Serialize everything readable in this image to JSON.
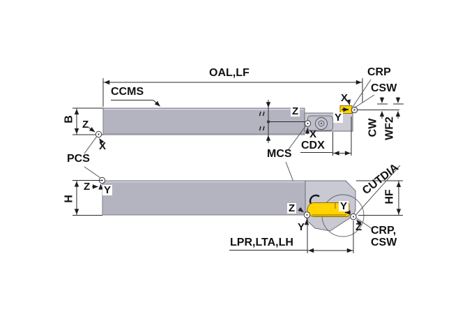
{
  "drawing": {
    "type": "tool-holder-dimension-diagram",
    "views": [
      "side-view",
      "top-view"
    ]
  },
  "colors": {
    "background": "#ffffff",
    "shank_gray": "#b4b4c0",
    "head_gray": "#cbcbd5",
    "insert_yellow": "#ffd400",
    "outline_dark": "#3a3a42",
    "dimension_line": "#2a2a30"
  },
  "axes": {
    "x": "X",
    "y": "Y",
    "z": "Z"
  },
  "shared": {
    "mcs": "MCS",
    "pcs": "PCS"
  },
  "top": {
    "oal": "OAL,LF",
    "ccms": "CCMS",
    "crp": "CRP",
    "csw": "CSW",
    "b": "B",
    "cw": "CW",
    "wf2": "WF2",
    "cdx": "CDX"
  },
  "bottom": {
    "h": "H",
    "lpr": "LPR,LTA,LH",
    "cutdia": "CUTDIA",
    "hf": "HF",
    "crp2": "CRP,",
    "csw2": "CSW"
  }
}
